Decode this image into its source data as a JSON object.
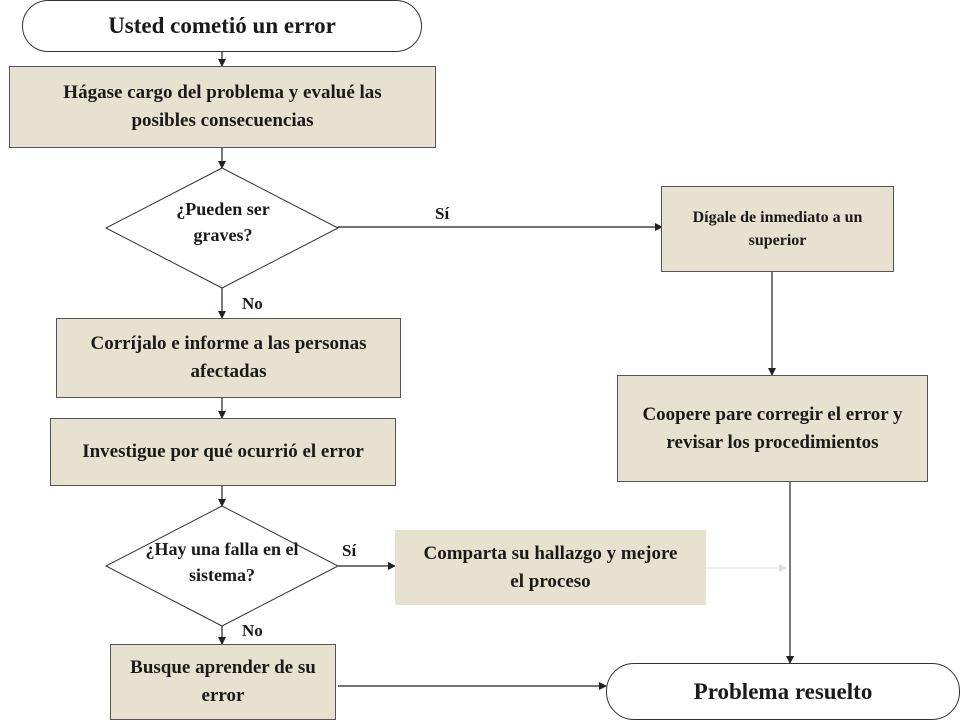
{
  "diagram": {
    "start": "Usted cometió un error",
    "take_charge": "Hágase cargo del problema y evalué las posibles consecuencias",
    "decision_serious": "¿Pueden ser graves?",
    "yes_label_1": "Sí",
    "tell_superior": "Dígale de inmediato a un superior",
    "no_label_1": "No",
    "correct_inform": "Corríjalo e informe a las personas afectadas",
    "cooperate": "Coopere pare corregir el error y revisar los procedimientos",
    "investigate": "Investigue por qué ocurrió el error",
    "decision_system": "¿Hay una falla en el sistema?",
    "yes_label_2": "Sí",
    "share_findings": "Comparta su hallazgo y mejore el proceso",
    "no_label_2": "No",
    "learn": "Busque aprender de su error",
    "end": "Problema resuelto"
  }
}
